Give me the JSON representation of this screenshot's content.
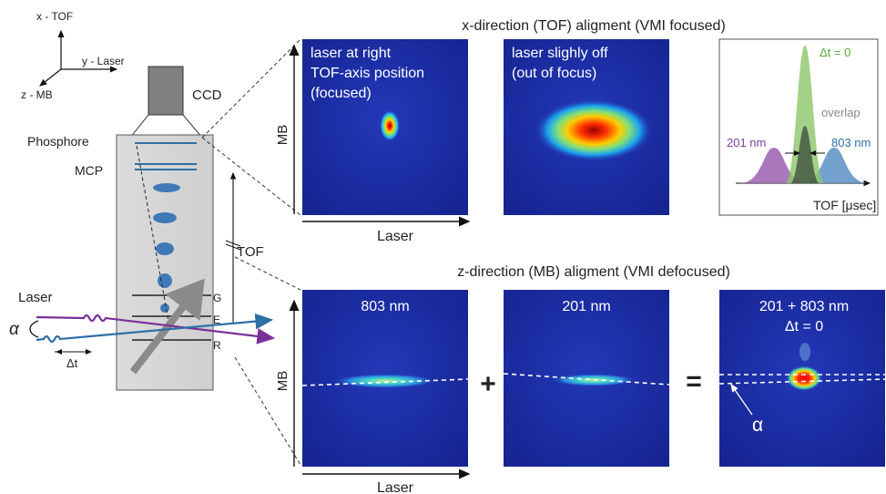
{
  "axes_labels": {
    "x": "x - TOF",
    "y": "y - Laser",
    "z": "z - MB"
  },
  "apparatus": {
    "ccd": "CCD",
    "phosphore": "Phosphore",
    "mcp": "MCP",
    "tof": "TOF",
    "laser": "Laser",
    "alpha": "α",
    "delta_t": "Δt",
    "electrodes": [
      "G",
      "E",
      "R"
    ]
  },
  "top_row": {
    "title": "x-direction (TOF) aligment (VMI focused)",
    "mb_label": "MB",
    "laser_label": "Laser",
    "panel1_lines": [
      "laser at right",
      "TOF-axis position",
      "(focused)"
    ],
    "panel2_lines": [
      "laser slighly off",
      "(out of focus)"
    ],
    "inset": {
      "dt_label": "Δt = 0",
      "overlap_label": "overlap",
      "left_label": "201 nm",
      "right_label": "803 nm",
      "axis_label": "TOF [μsec]"
    }
  },
  "bottom_row": {
    "title": "z-direction (MB) aligment (VMI defocused)",
    "mb_label": "MB",
    "laser_label": "Laser",
    "panel1_label": "803 nm",
    "panel2_label": "201 nm",
    "panel3_label": "201 + 803 nm",
    "panel3_sublabel": "Δt = 0",
    "plus": "+",
    "equals": "=",
    "alpha": "α"
  },
  "colors": {
    "panel_bg": "#1c2fa0",
    "blue_beam": "#2e6fa6",
    "purple_beam": "#7a2f9a",
    "green_peak": "#8cc56a",
    "purple_peak": "#9a5fb0",
    "blue_peak": "#5b8fc4"
  }
}
